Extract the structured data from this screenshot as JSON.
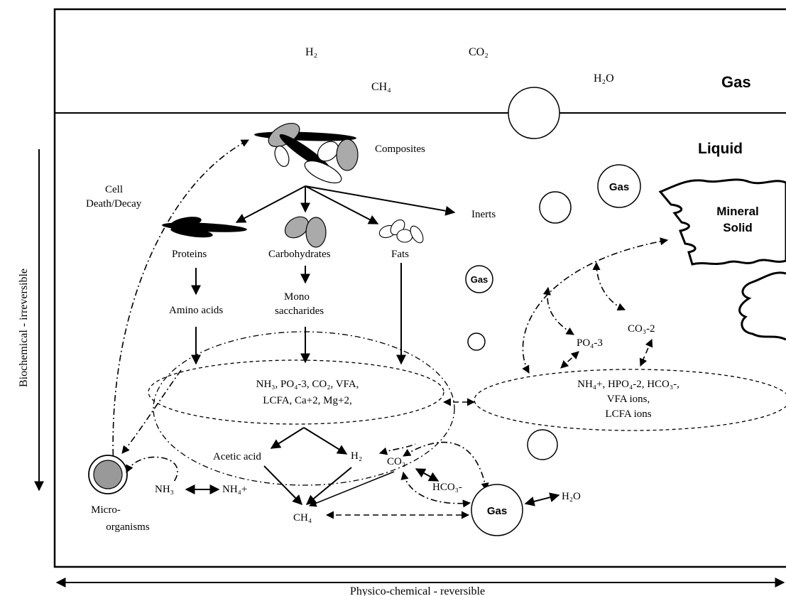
{
  "gas_phase": {
    "species": [
      "H₂",
      "CO₂",
      "CH₄",
      "H₂O"
    ],
    "title": "Gas"
  },
  "liquid_phase": {
    "title": "Liquid"
  },
  "mineral": {
    "line1": "Mineral",
    "line2": "Solid"
  },
  "nodes": {
    "composites": "Composites",
    "cell_death_1": "Cell",
    "cell_death_2": "Death/Decay",
    "inerts": "Inerts",
    "proteins": "Proteins",
    "carbohydrates": "Carbohydrates",
    "fats": "Fats",
    "amino_acids": "Amino acids",
    "mono_1": "Mono",
    "mono_2": "saccharides",
    "pool_1": "NH₃, PO₄-3, CO₂, VFA,",
    "pool_2": "LCFA, Ca+2, Mg+2,",
    "ion_pool_1": "NH₄+, HPO₄-2, HCO₃-,",
    "ion_pool_2": "VFA ions,",
    "ion_pool_3": "LCFA ions",
    "acetic_acid": "Acetic acid",
    "h2": "H₂",
    "co2": "CO₂",
    "hco3": "HCO₃-",
    "ch4": "CH₄",
    "nh3": "NH₃",
    "nh4": "NH₄+",
    "po4": "PO₄-3",
    "co3": "CO₃-2",
    "h2o": "H₂O",
    "microorganisms_1": "Micro-",
    "microorganisms_2": "organisms"
  },
  "bubble_label": "Gas",
  "axes": {
    "vertical": "Biochemical - irreversible",
    "horizontal": "Physico-chemical - reversible"
  }
}
